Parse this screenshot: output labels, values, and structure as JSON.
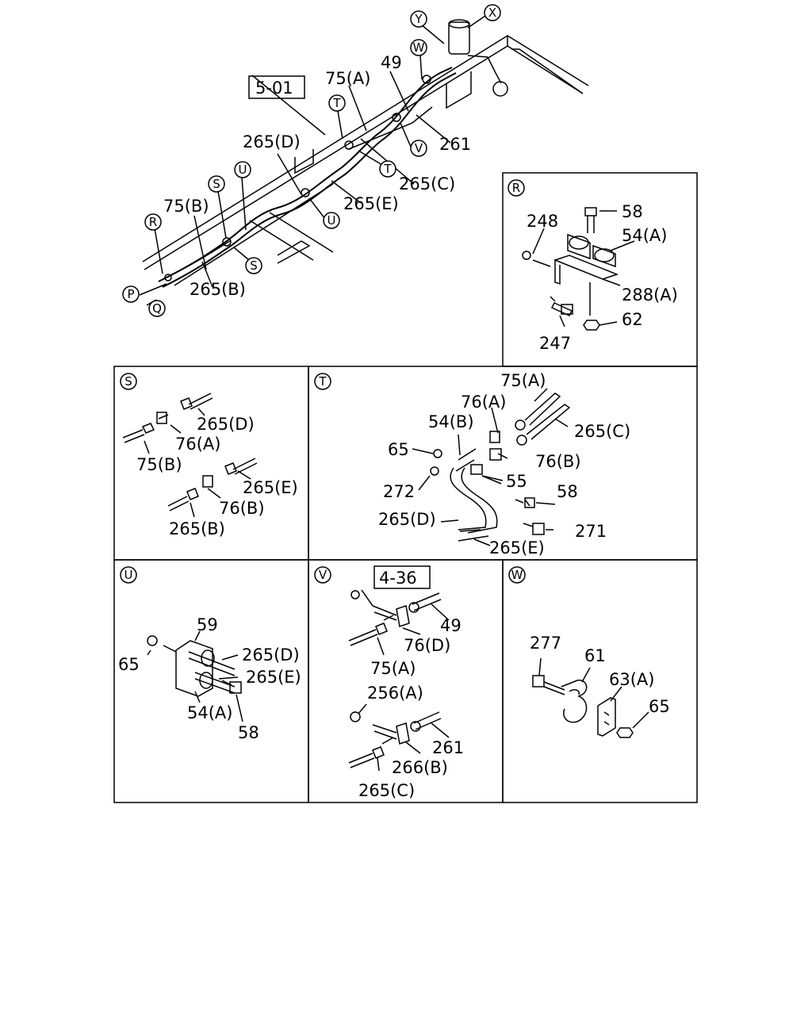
{
  "overview": {
    "ref_box": "5-01",
    "labels": {
      "l75a": "75(A)",
      "l49": "49",
      "l261": "261",
      "l265d": "265(D)",
      "l265c": "265(C)",
      "l265e": "265(E)",
      "l75b": "75(B)",
      "l265b": "265(B)"
    },
    "callouts": {
      "y": "Y",
      "x": "X",
      "w": "W",
      "t1": "T",
      "t2": "T",
      "v": "V",
      "s1": "S",
      "s2": "S",
      "u1": "U",
      "u2": "U",
      "r": "R",
      "p": "P",
      "q": "Q"
    }
  },
  "panel_r": {
    "tag": "R",
    "labels": {
      "l58": "58",
      "l248": "248",
      "l54a": "54(A)",
      "l288a": "288(A)",
      "l62": "62",
      "l247": "247"
    }
  },
  "panel_s": {
    "tag": "S",
    "labels": {
      "l265d": "265(D)",
      "l76a": "76(A)",
      "l75b": "75(B)",
      "l265e": "265(E)",
      "l76b": "76(B)",
      "l265b": "265(B)"
    }
  },
  "panel_t": {
    "tag": "T",
    "labels": {
      "l75a": "75(A)",
      "l76a": "76(A)",
      "l54b": "54(B)",
      "l265c": "265(C)",
      "l65": "65",
      "l76b": "76(B)",
      "l55": "55",
      "l272": "272",
      "l58": "58",
      "l265d": "265(D)",
      "l271": "271",
      "l265e": "265(E)"
    }
  },
  "panel_u": {
    "tag": "U",
    "labels": {
      "l59": "59",
      "l265d": "265(D)",
      "l65": "65",
      "l265e": "265(E)",
      "l54a": "54(A)",
      "l58": "58"
    }
  },
  "panel_v": {
    "tag": "V",
    "ref_box": "4-36",
    "labels": {
      "l49": "49",
      "l76d": "76(D)",
      "l75a": "75(A)",
      "l256a": "256(A)",
      "l261": "261",
      "l266b": "266(B)",
      "l265c": "265(C)"
    }
  },
  "panel_w": {
    "tag": "W",
    "labels": {
      "l277": "277",
      "l61": "61",
      "l63a": "63(A)",
      "l65": "65"
    }
  }
}
